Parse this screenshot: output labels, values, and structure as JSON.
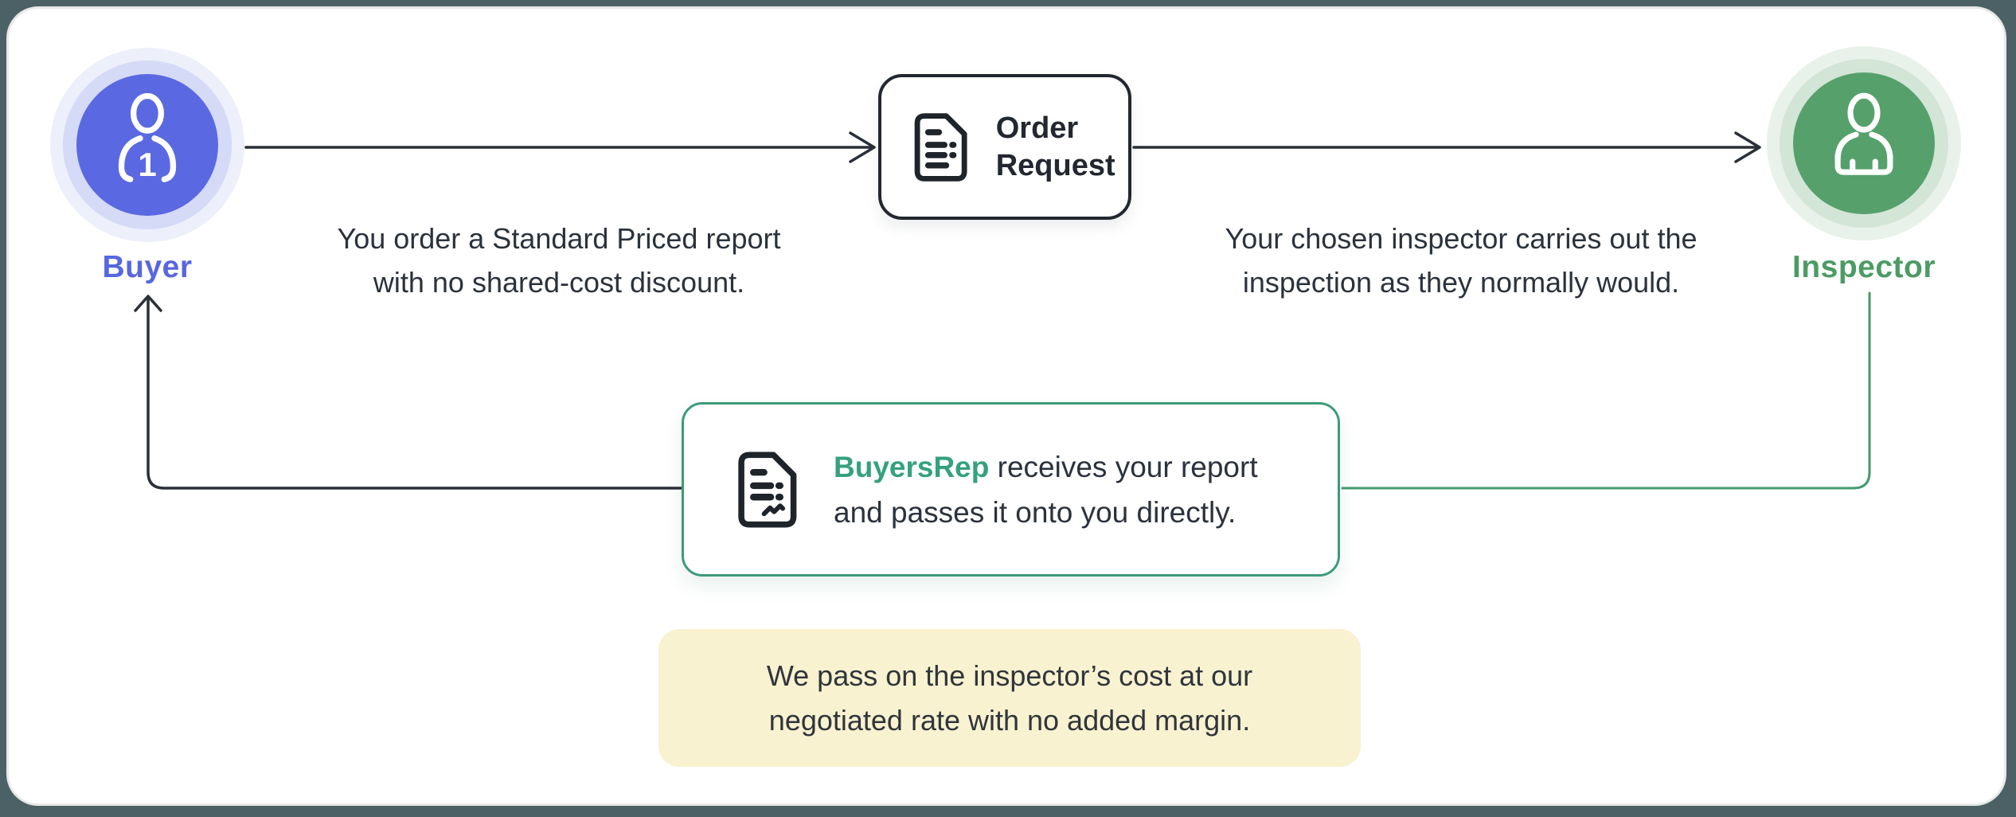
{
  "colors": {
    "page_bg": "#4b6165",
    "card_bg": "#ffffff",
    "card_border": "#e8e8e6",
    "line_dark": "#2a2f38",
    "line_green": "#459a70",
    "buyer_fill": "#5a69e1",
    "buyer_ring_mid": "#d5daf7",
    "buyer_ring_outer": "#edeffb",
    "buyer_label": "#5767e0",
    "inspector_fill": "#56a16b",
    "inspector_ring_mid": "#d3e5d6",
    "inspector_ring_outer": "#e9f2ea",
    "inspector_label": "#4d9b64",
    "box_border_dark": "#23272f",
    "report_border_green": "#3c9b78",
    "brand_green": "#35a17e",
    "text_dark": "#2c323c",
    "note_bg": "#f9f2d0",
    "icon_dark": "#1f242b"
  },
  "buyer": {
    "label": "Buyer",
    "badge": "1"
  },
  "inspector": {
    "label": "Inspector"
  },
  "order_request": {
    "label": "Order Request"
  },
  "flow_notes": {
    "order": {
      "line1": "You order a Standard Priced report",
      "line2": "with no shared-cost discount."
    },
    "inspection": {
      "line1": "Your chosen inspector carries out the",
      "line2": "inspection as they normally would."
    }
  },
  "report_delivery": {
    "brand": "BuyersRep",
    "line1_rest": " receives your report",
    "line2": "and passes it onto you directly."
  },
  "cost_note": {
    "line1": "We pass on the inspector’s cost at our",
    "line2": "negotiated rate with no added margin."
  }
}
